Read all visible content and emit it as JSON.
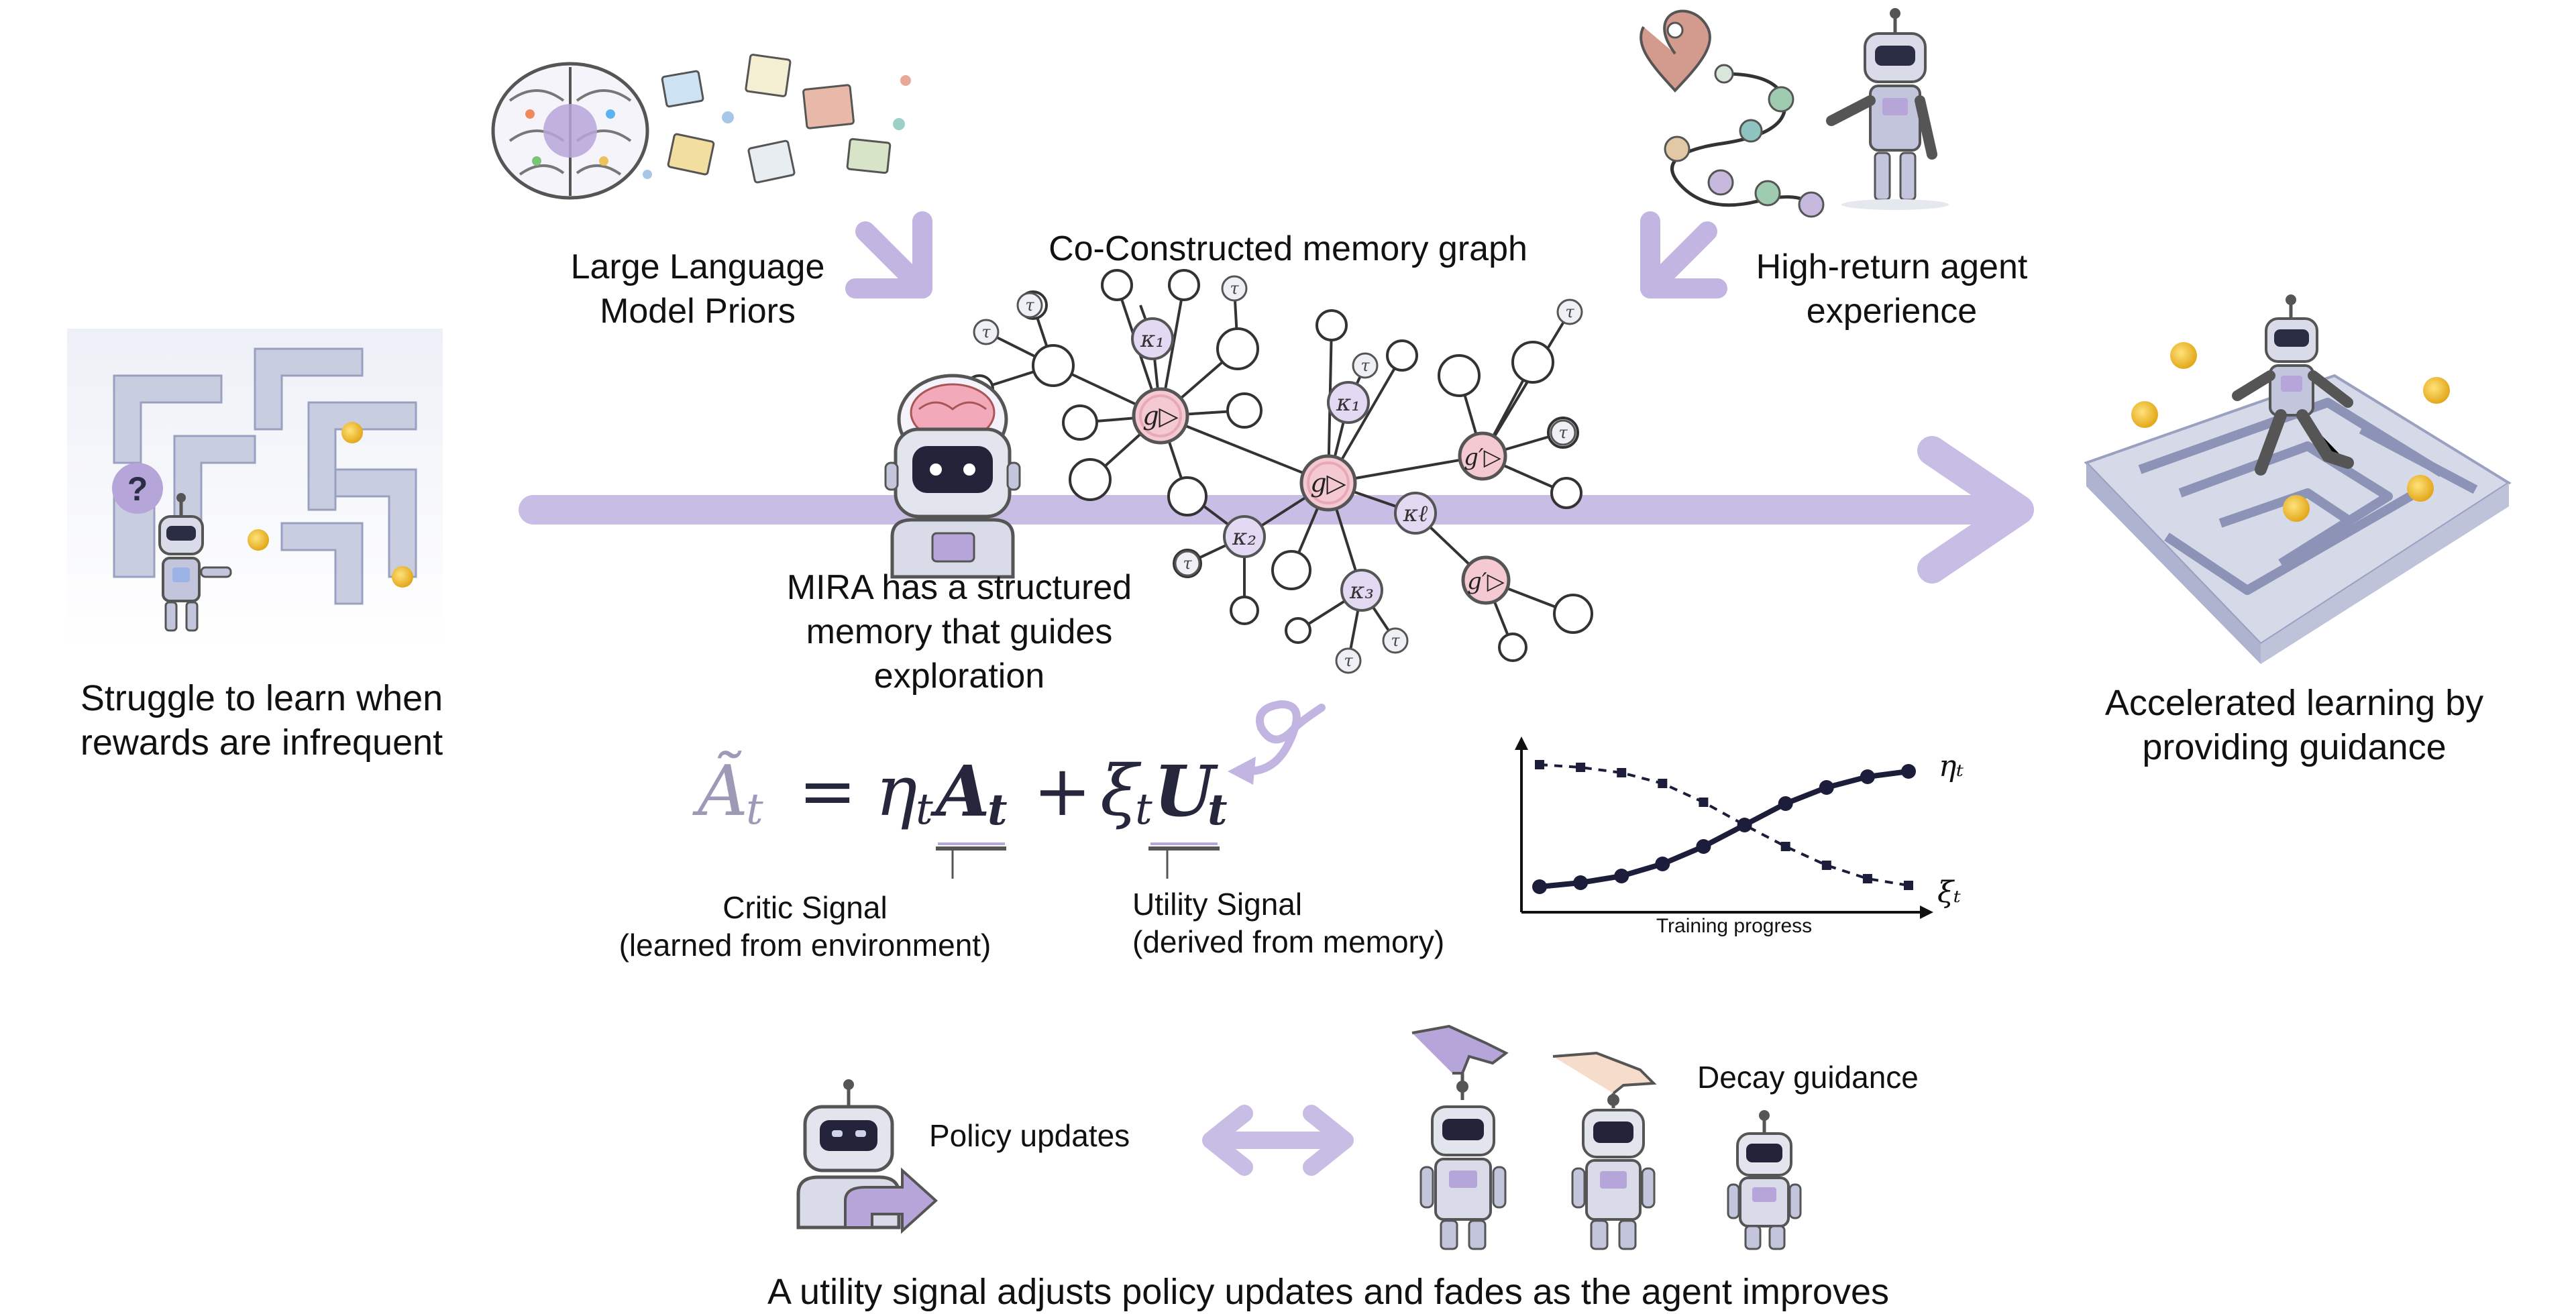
{
  "left_panel": {
    "caption_line1": "Struggle to learn when",
    "caption_line2": "rewards are infrequent",
    "question_mark": "?"
  },
  "right_panel": {
    "caption_line1": "Accelerated learning by",
    "caption_line2": "providing guidance"
  },
  "top": {
    "llm_line1": "Large Language",
    "llm_line2": "Model Priors",
    "graph_title": "Co-Constructed memory graph",
    "experience_line1": "High-return agent",
    "experience_line2": "experience"
  },
  "mira": {
    "line1": "MIRA has a structured",
    "line2": "memory that guides",
    "line3": "exploration"
  },
  "graph_nodes": {
    "tau": "τ",
    "kappa1": "κ₁",
    "kappa2": "κ₂",
    "kappa3": "κ₃",
    "kappa_l": "κℓ",
    "g": "g▷",
    "g_prime": "g′▷"
  },
  "equation": {
    "lhs": "Ã",
    "lhs_sub": "t",
    "equals": "=",
    "eta": "η",
    "eta_sub": "t",
    "a": "A",
    "a_sub": "t",
    "plus": "+",
    "xi": "ξ",
    "xi_sub": "t",
    "u": "U",
    "u_sub": "t"
  },
  "critic": {
    "line1": "Critic Signal",
    "line2": "(learned from environment)"
  },
  "utility": {
    "line1": "Utility Signal",
    "line2": "(derived from memory)"
  },
  "chart_data": {
    "type": "line",
    "title": "",
    "xlabel": "Training progress",
    "ylabel": "",
    "x": [
      0,
      1,
      2,
      3,
      4,
      5,
      6,
      7,
      8,
      9
    ],
    "series": [
      {
        "name": "η_t",
        "values": [
          0.04,
          0.07,
          0.12,
          0.21,
          0.34,
          0.5,
          0.66,
          0.78,
          0.86,
          0.9
        ],
        "style": "solid"
      },
      {
        "name": "ξ_t",
        "values": [
          0.95,
          0.93,
          0.89,
          0.81,
          0.67,
          0.5,
          0.34,
          0.2,
          0.1,
          0.05
        ],
        "style": "dashed"
      }
    ],
    "grid": false,
    "legend": "right, at line ends",
    "colors": {
      "eta": "#1b1d3b",
      "xi": "#1b1d3b"
    }
  },
  "bottom": {
    "policy_updates": "Policy updates",
    "decay_guidance": "Decay guidance",
    "caption": "A utility signal adjusts policy updates and fades as the agent improves"
  },
  "colors": {
    "accent": "#b6a5d8",
    "accent_dark": "#8f79c4",
    "ink": "#1b1d3b",
    "g_node": "#f4c9d2",
    "kappa_node": "#e3d9f2",
    "tau_node": "#eef0f6",
    "robot_body": "#d9dbe8",
    "robot_visor": "#2b2d45",
    "maze": "#c9cde0",
    "coin": "#f4c430"
  },
  "icons": [
    "brain-icon",
    "document-icon",
    "map-pin-icon",
    "robot-icon",
    "maze-icon",
    "coin-icon",
    "hand-icon",
    "arrow-icon"
  ]
}
